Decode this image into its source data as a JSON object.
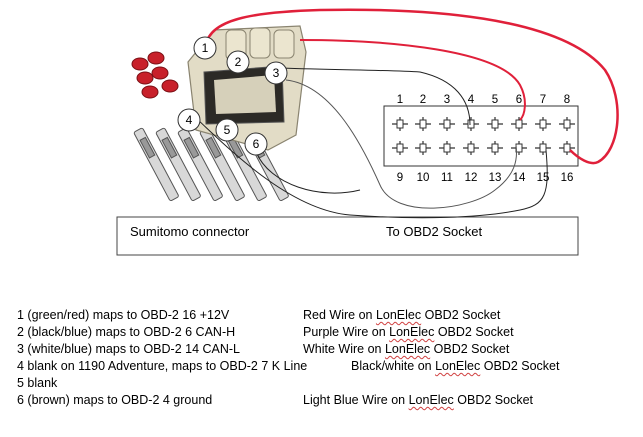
{
  "diagram": {
    "connector_callouts": [
      "1",
      "2",
      "3",
      "4",
      "5",
      "6"
    ],
    "socket_pins_top": [
      "1",
      "2",
      "3",
      "4",
      "5",
      "6",
      "7",
      "8"
    ],
    "socket_pins_bottom": [
      "9",
      "10",
      "11",
      "12",
      "13",
      "14",
      "15",
      "16"
    ],
    "caption_left": "Sumitomo connector",
    "caption_right": "To OBD2 Socket",
    "colors": {
      "red_wire": "#e0203a",
      "black_wire": "#222222",
      "seal_red": "#c8202a",
      "connector_body": "#e2dcc6"
    }
  },
  "legend": [
    {
      "left": "1 (green/red) maps to OBD-2 16 +12V",
      "right_pre": "Red Wire on ",
      "right_brand": "LonElec",
      "right_post": " OBD2 Socket"
    },
    {
      "left": "2 (black/blue) maps to OBD-2 6 CAN-H",
      "right_pre": "Purple Wire on ",
      "right_brand": "LonElec",
      "right_post": " OBD2 Socket"
    },
    {
      "left": "3 (white/blue) maps to OBD-2 14 CAN-L",
      "right_pre": "White Wire on ",
      "right_brand": "LonElec",
      "right_post": " OBD2 Socket"
    },
    {
      "left": "4 blank on 1190 Adventure, maps to OBD-2 7 K Line",
      "right_pre": "Black/white on ",
      "right_brand": "LonElec",
      "right_post": " OBD2 Socket"
    },
    {
      "left": "5 blank",
      "right_pre": "",
      "right_brand": "",
      "right_post": ""
    },
    {
      "left": "6 (brown) maps to OBD-2 4 ground",
      "right_pre": "Light Blue Wire on ",
      "right_brand": "LonElec",
      "right_post": " OBD2 Socket"
    }
  ]
}
